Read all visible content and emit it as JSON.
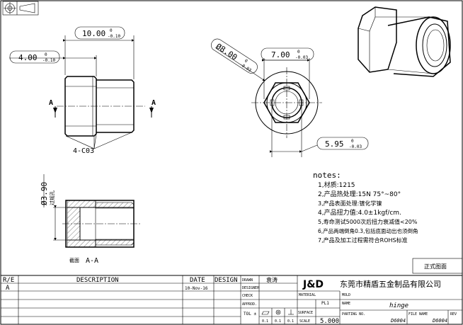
{
  "drawing": {
    "dimensions": {
      "overall_length": {
        "value": "10.00",
        "tol_upper": "0",
        "tol_lower": "-0.10"
      },
      "hex_length": {
        "value": "4.00",
        "tol_upper": "0",
        "tol_lower": "-0.10"
      },
      "chamfer": "4-C03",
      "across_flats": {
        "value": "7.00",
        "tol_upper": "0",
        "tol_lower": "-0.03"
      },
      "outer_diameter": {
        "value": "Ø8.00",
        "tol_upper": "0",
        "tol_lower": "-0.03"
      },
      "inner_dim": {
        "value": "5.95",
        "tol_upper": "0",
        "tol_lower": "-0.03"
      },
      "bore_diameter": {
        "value": "Ø3.90",
        "note": "过规孔"
      }
    },
    "section_marker": "A",
    "section_label": {
      "prefix": "截面",
      "name": "A-A"
    },
    "notes": {
      "title": "notes:",
      "items": [
        "1,材质:1215",
        "2,产品热处理:15N 75°~80°",
        "3,产品表面处理:镀化学镍",
        "4,产品扭力值:4.0±1kgf/cm.",
        "5,寿命测试5000次后扭力衰减值<20%",
        "6,产品两端倒角0.3,包括底面动出也须倒角",
        "7,产品及加工过程需符合ROHS标准"
      ]
    }
  },
  "title_block": {
    "formal_drawing": "正式图面",
    "rev_header": {
      "re": "R/E",
      "description": "DESCRIPTION",
      "date": "DATE",
      "design": "DESIGN"
    },
    "rev_rows": [
      {
        "re": "A",
        "description": "",
        "date": "10-Nov-16",
        "design": ""
      }
    ],
    "labels": {
      "drawn": "DRAWN",
      "designer": "DESIGNER",
      "check": "CHECK",
      "approd": "APPROD.",
      "tol": "TOL ±",
      "material": "MATERIAL",
      "surface": "SURFACE",
      "scale": "SCALE",
      "mold": "MOLD",
      "name": "NAME",
      "parting_no": "PARTING NO.",
      "file_name": "FILE NAME",
      "rev": "REV"
    },
    "drawn_by": "袁涛",
    "logo": "J&D",
    "company": "东莞市精盾五金制品有限公司",
    "material": "PL1",
    "tol_values": [
      "0.1",
      "0.1",
      "0.1"
    ],
    "scale": "5.000",
    "part_name": "hinge",
    "parting_no": "D6004",
    "file_name": "D6004"
  },
  "colors": {
    "line": "#000000",
    "background": "#ffffff"
  }
}
